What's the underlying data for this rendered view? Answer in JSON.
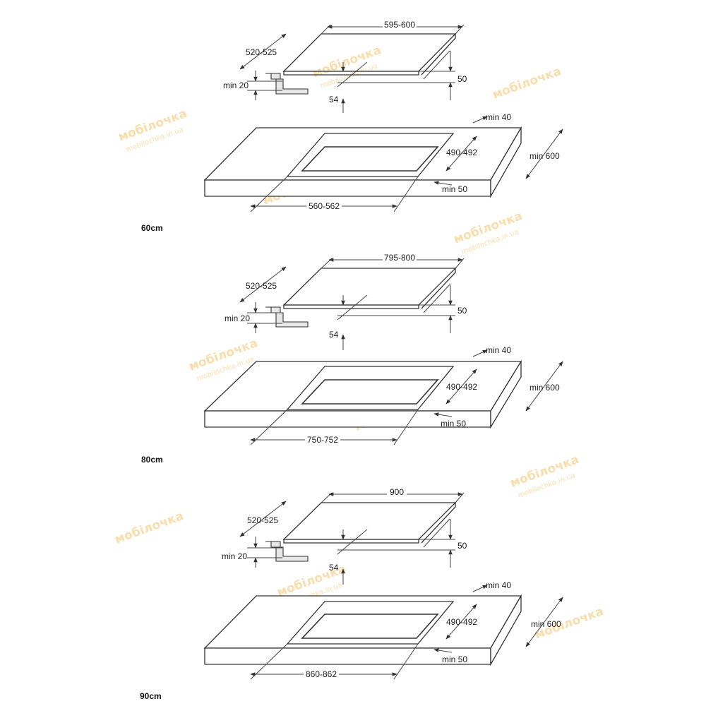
{
  "watermark": {
    "brand": "мобілочка",
    "site": "mobilochka.in.ua"
  },
  "diagrams": [
    {
      "size_label": "60cm",
      "hob_width": "595-600",
      "hob_depth": "520-525",
      "hob_height": "50",
      "front_gap": "54",
      "min_bottom": "min 20",
      "min_back": "min 40",
      "cutout_depth": "490-492",
      "worktop_depth": "min 600",
      "min_front": "min 50",
      "cutout_width": "560-562"
    },
    {
      "size_label": "80cm",
      "hob_width": "795-800",
      "hob_depth": "520-525",
      "hob_height": "50",
      "front_gap": "54",
      "min_bottom": "min 20",
      "min_back": "min 40",
      "cutout_depth": "490-492",
      "worktop_depth": "min 600",
      "min_front": "min 50",
      "cutout_width": "750-752"
    },
    {
      "size_label": "90cm",
      "hob_width": "900",
      "hob_depth": "520-525",
      "hob_height": "50",
      "front_gap": "54",
      "min_bottom": "min 20",
      "min_back": "min 40",
      "cutout_depth": "490-492",
      "worktop_depth": "min 600",
      "min_front": "min 50",
      "cutout_width": "860-862"
    }
  ]
}
